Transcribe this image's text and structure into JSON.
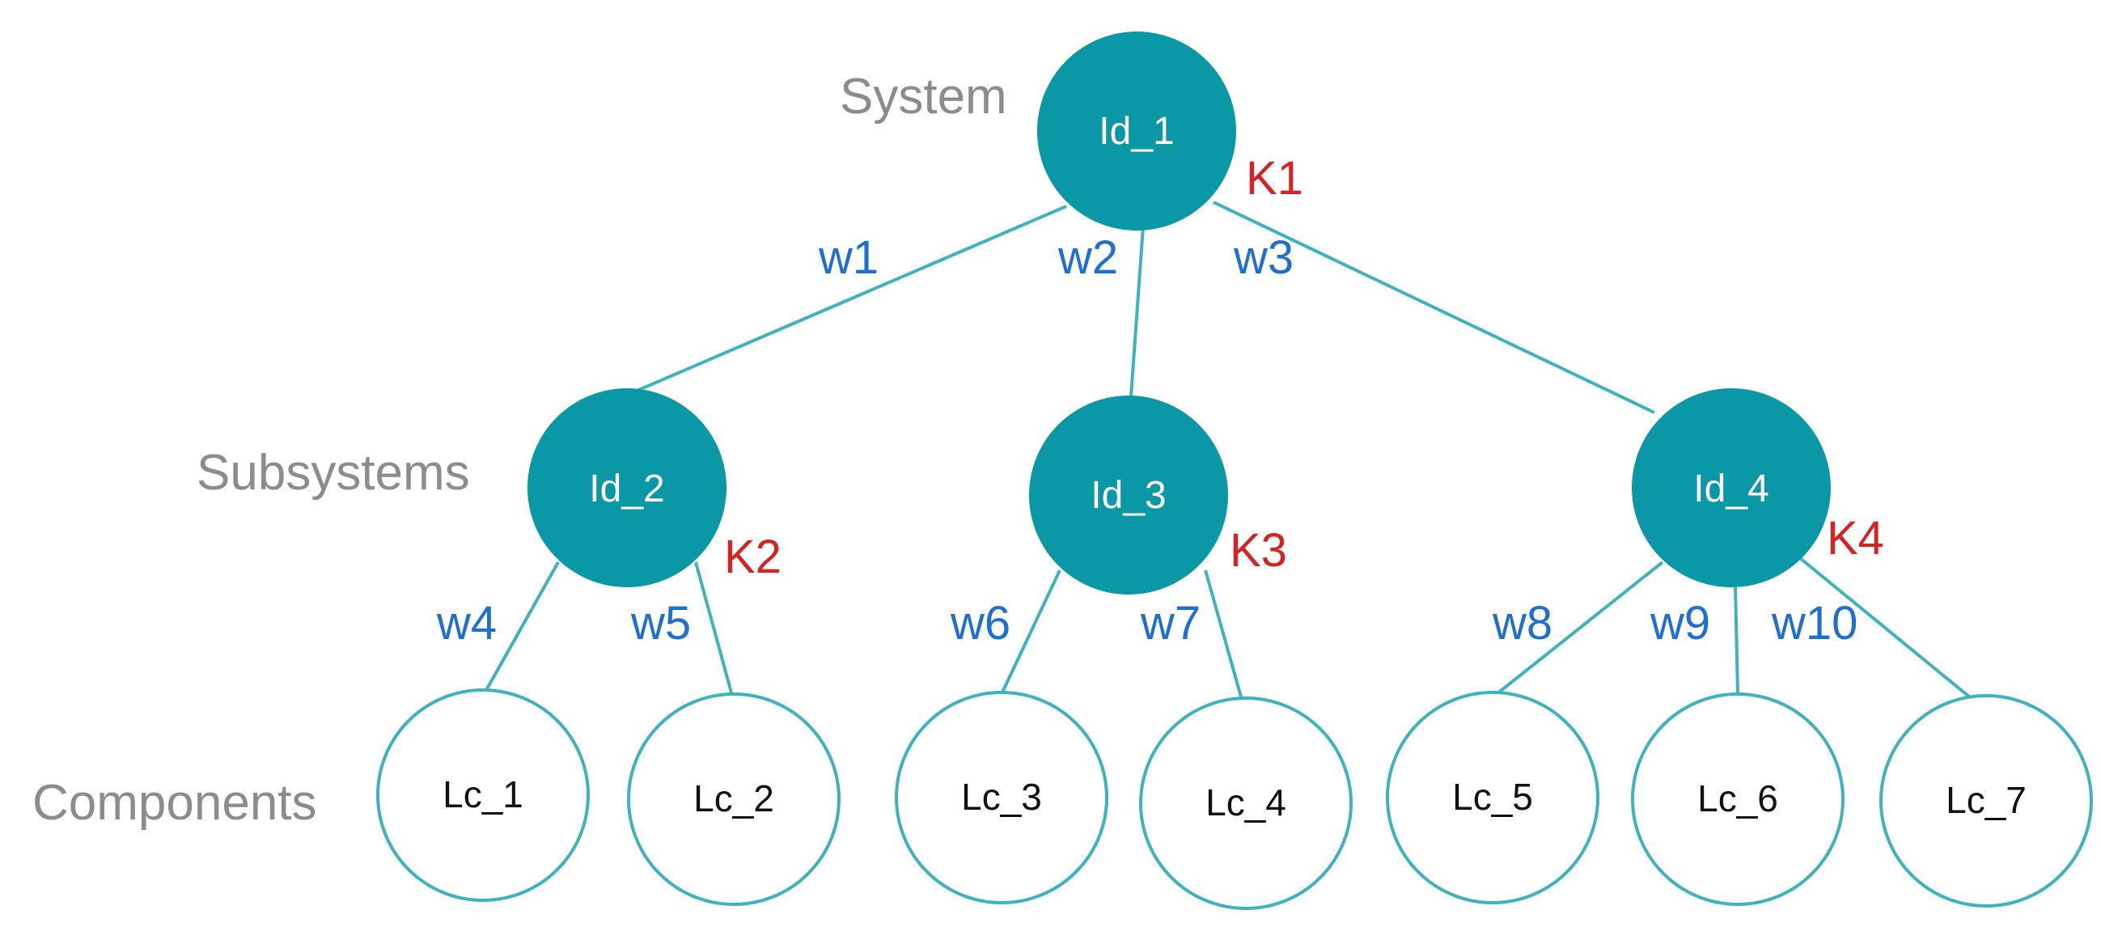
{
  "levels": {
    "system": "System",
    "subsystems": "Subsystems",
    "components": "Components"
  },
  "nodes": {
    "id_1": "Id_1",
    "id_2": "Id_2",
    "id_3": "Id_3",
    "id_4": "Id_4",
    "lc_1": "Lc_1",
    "lc_2": "Lc_2",
    "lc_3": "Lc_3",
    "lc_4": "Lc_4",
    "lc_5": "Lc_5",
    "lc_6": "Lc_6",
    "lc_7": "Lc_7"
  },
  "weights": {
    "w1": "w1",
    "w2": "w2",
    "w3": "w3",
    "w4": "w4",
    "w5": "w5",
    "w6": "w6",
    "w7": "w7",
    "w8": "w8",
    "w9": "w9",
    "w10": "w10"
  },
  "k_labels": {
    "k1": "K1",
    "k2": "K2",
    "k3": "K3",
    "k4": "K4"
  },
  "colors": {
    "filled_node": "#0a97a6",
    "edge": "#3fb3bd",
    "weight_text": "#1f6fd1",
    "k_text": "#d32323",
    "level_text": "#8c8c8c"
  }
}
